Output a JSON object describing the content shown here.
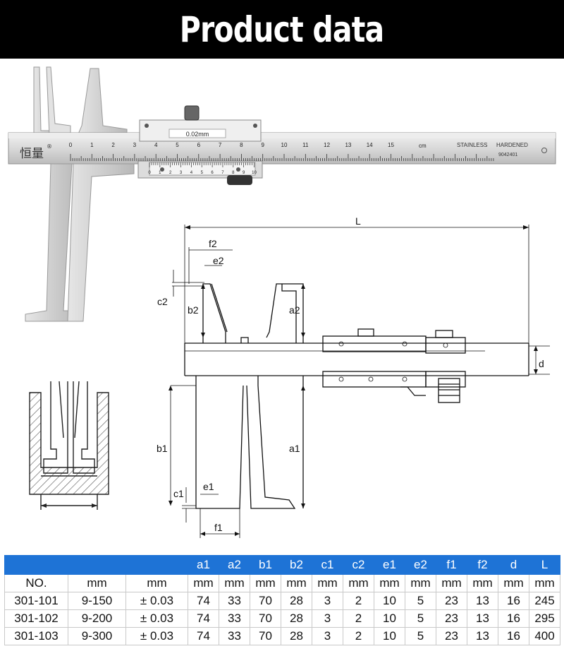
{
  "header": {
    "title": "Product data"
  },
  "caliper": {
    "brand": "恒量",
    "registered": "®",
    "vernier_label": "0.02mm",
    "main_numbers": [
      "0",
      "1",
      "2",
      "3",
      "4",
      "5",
      "6",
      "7",
      "8",
      "9",
      "10",
      "11",
      "12",
      "13",
      "14",
      "15"
    ],
    "unit": "cm",
    "vernier_numbers": [
      "0",
      "1",
      "2",
      "3",
      "4",
      "5",
      "6",
      "7",
      "8",
      "9",
      "10"
    ],
    "stainless": "STAINLESS",
    "hardened": "HARDENED",
    "serial": "9042401"
  },
  "diagram": {
    "labels": {
      "L": "L",
      "f2": "f2",
      "e2": "e2",
      "c2": "c2",
      "b2": "b2",
      "a2": "a2",
      "d": "d",
      "b1": "b1",
      "a1": "a1",
      "c1": "c1",
      "e1": "e1",
      "f1": "f1"
    }
  },
  "spec_table": {
    "header": [
      "",
      "",
      "",
      "a1",
      "a2",
      "b1",
      "b2",
      "c1",
      "c2",
      "e1",
      "e2",
      "f1",
      "f2",
      "d",
      "L"
    ],
    "units": [
      "NO.",
      "mm",
      "mm",
      "mm",
      "mm",
      "mm",
      "mm",
      "mm",
      "mm",
      "mm",
      "mm",
      "mm",
      "mm",
      "mm",
      "mm"
    ],
    "rows": [
      [
        "301-101",
        "9-150",
        "± 0.03",
        "74",
        "33",
        "70",
        "28",
        "3",
        "2",
        "10",
        "5",
        "23",
        "13",
        "16",
        "245"
      ],
      [
        "301-102",
        "9-200",
        "± 0.03",
        "74",
        "33",
        "70",
        "28",
        "3",
        "2",
        "10",
        "5",
        "23",
        "13",
        "16",
        "295"
      ],
      [
        "301-103",
        "9-300",
        "± 0.03",
        "74",
        "33",
        "70",
        "28",
        "3",
        "2",
        "10",
        "5",
        "23",
        "13",
        "16",
        "400"
      ]
    ]
  }
}
